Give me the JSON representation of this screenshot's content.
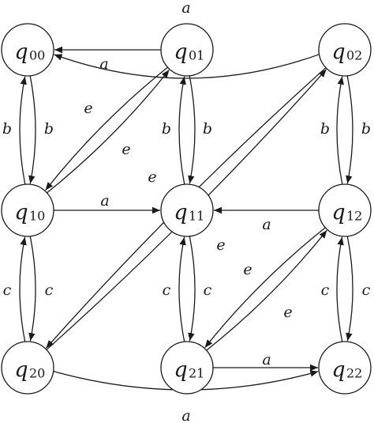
{
  "states": [
    {
      "id": "q00",
      "symbol": "q",
      "index": "00"
    },
    {
      "id": "q01",
      "symbol": "q",
      "index": "01"
    },
    {
      "id": "q02",
      "symbol": "q",
      "index": "02"
    },
    {
      "id": "q10",
      "symbol": "q",
      "index": "10"
    },
    {
      "id": "q11",
      "symbol": "q",
      "index": "11"
    },
    {
      "id": "q12",
      "symbol": "q",
      "index": "12"
    },
    {
      "id": "q20",
      "symbol": "q",
      "index": "20"
    },
    {
      "id": "q21",
      "symbol": "q",
      "index": "21"
    },
    {
      "id": "q22",
      "symbol": "q",
      "index": "22"
    }
  ],
  "transitions": [
    {
      "from": "q01",
      "to": "q00",
      "label": "a"
    },
    {
      "from": "q02",
      "to": "q00",
      "label": "a"
    },
    {
      "from": "q00",
      "to": "q10",
      "label": "b"
    },
    {
      "from": "q10",
      "to": "q00",
      "label": "b"
    },
    {
      "from": "q01",
      "to": "q11",
      "label": "b"
    },
    {
      "from": "q11",
      "to": "q01",
      "label": "b"
    },
    {
      "from": "q02",
      "to": "q12",
      "label": "b"
    },
    {
      "from": "q12",
      "to": "q02",
      "label": "b"
    },
    {
      "from": "q10",
      "to": "q01",
      "label": "e"
    },
    {
      "from": "q01",
      "to": "q10",
      "label": "e"
    },
    {
      "from": "q20",
      "to": "q02",
      "label": "e"
    },
    {
      "from": "q02",
      "to": "q20",
      "label": "e"
    },
    {
      "from": "q10",
      "to": "q11",
      "label": "a"
    },
    {
      "from": "q12",
      "to": "q11",
      "label": "a"
    },
    {
      "from": "q10",
      "to": "q20",
      "label": "c"
    },
    {
      "from": "q20",
      "to": "q10",
      "label": "c"
    },
    {
      "from": "q11",
      "to": "q21",
      "label": "c"
    },
    {
      "from": "q21",
      "to": "q11",
      "label": "c"
    },
    {
      "from": "q12",
      "to": "q22",
      "label": "c"
    },
    {
      "from": "q22",
      "to": "q12",
      "label": "c"
    },
    {
      "from": "q21",
      "to": "q12",
      "label": "e"
    },
    {
      "from": "q12",
      "to": "q21",
      "label": "e"
    },
    {
      "from": "q21",
      "to": "q22",
      "label": "a"
    },
    {
      "from": "q20",
      "to": "q22",
      "label": "a"
    }
  ],
  "style": {
    "stroke_color": "#1a1a1a",
    "background": "#ffffff"
  }
}
